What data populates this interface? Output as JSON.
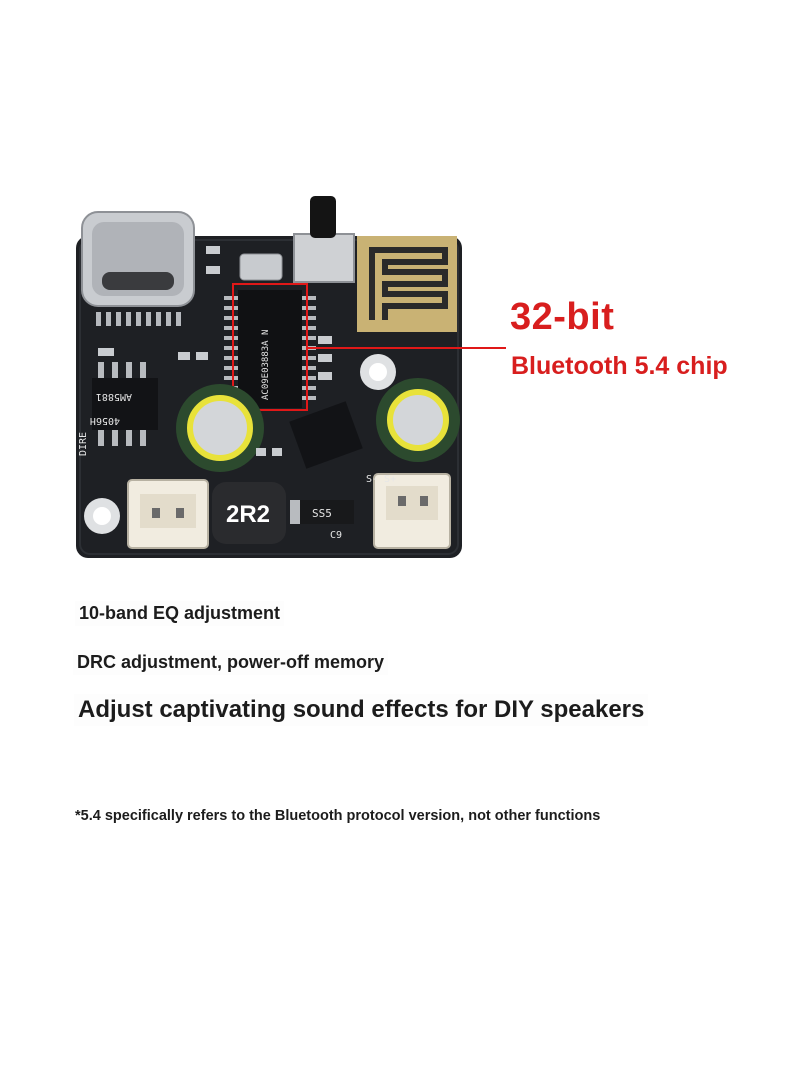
{
  "product_image": {
    "silkscreen": {
      "ic_main": "AC09E03883A N",
      "ic_left": "AM5881",
      "ic_left_code": "4056H",
      "inductor": "2R2",
      "diode": "SS5",
      "cap_label": "C9",
      "dire": "DIRE",
      "speaker_label": "S-   S+"
    },
    "highlight_color": "#e01818",
    "board_color": "#1e2024"
  },
  "callout": {
    "title": "32-bit",
    "subtitle": "Bluetooth 5.4 chip",
    "color": "#d81e1e"
  },
  "features": [
    "10-band EQ adjustment",
    "DRC adjustment, power-off memory",
    "Adjust captivating sound effects for DIY speakers"
  ],
  "footnote": "*5.4 specifically refers to the Bluetooth protocol version, not other functions"
}
